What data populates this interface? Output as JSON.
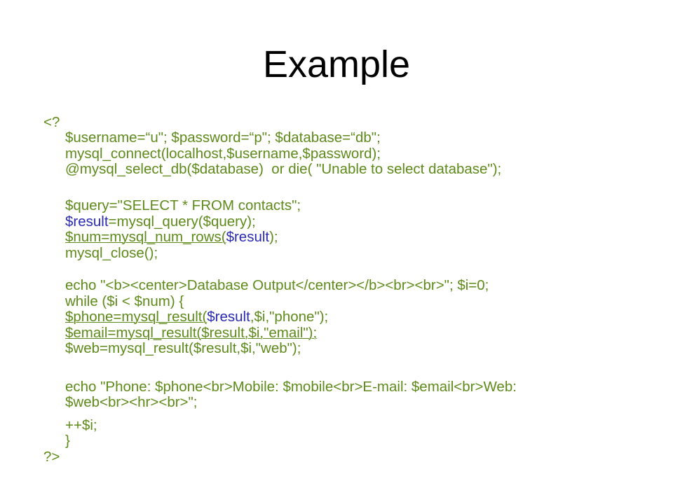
{
  "slide": {
    "title": "Example",
    "colors": {
      "code": "#5e8a1a",
      "variable_highlight": "#2a2ab0",
      "title": "#000000"
    },
    "code": {
      "open_tag": "<?",
      "l_credentials": "$username=“u\"; $password=“p\"; $database=“db\";",
      "l_connect": "mysql_connect(localhost,$username,$password);",
      "l_select_db": "@mysql_select_db($database)  or die( \"Unable to select database\");",
      "l_query": "$query=\"SELECT * FROM contacts\";",
      "l_result_var": "$result",
      "l_result_rest": "=mysql_query($query);",
      "l_num_a": "$num=mysql_num_rows(",
      "l_num_var": "$result",
      "l_num_b": ");",
      "l_close": "mysql_close();",
      "l_echo1": "echo \"<b><center>Database Output</center></b><br><br>\"; $i=0;",
      "l_while": "while ($i < $num) {",
      "l_phone_a": "$phone=mysql_result(",
      "l_phone_var": "$result",
      "l_phone_b": ",$i,\"phone\");",
      "l_email": "$email=mysql_result($result,$i,\"email\");",
      "l_web": "$web=mysql_result($result,$i,\"web\");",
      "l_echo2a": "echo \"Phone: $phone<br>Mobile: $mobile<br>E-mail: $email<br>Web:",
      "l_echo2b": "$web<br><hr><br>\";",
      "l_incr": "++$i;",
      "l_brace": "}",
      "close_tag": "?>"
    }
  }
}
